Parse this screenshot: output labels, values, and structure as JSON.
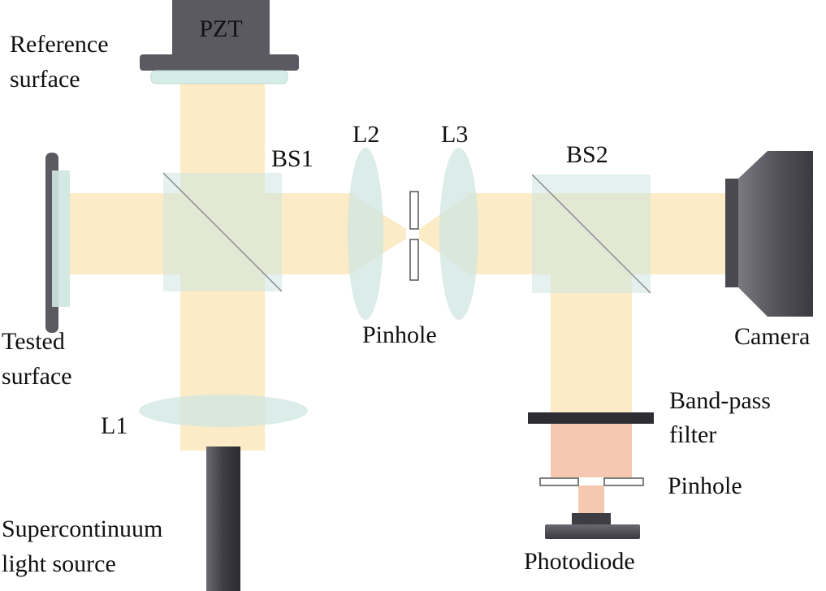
{
  "labels": {
    "pzt": "PZT",
    "reference_surface_line1": "Reference",
    "reference_surface_line2": "surface",
    "bs1": "BS1",
    "l2": "L2",
    "l3": "L3",
    "bs2": "BS2",
    "tested_surface_line1": "Tested",
    "tested_surface_line2": "surface",
    "pinhole_center": "Pinhole",
    "camera": "Camera",
    "l1": "L1",
    "bandpass_line1": "Band-pass",
    "bandpass_line2": "filter",
    "pinhole_right": "Pinhole",
    "source_line1": "Supercontinuum",
    "source_line2": "light source",
    "photodiode": "Photodiode"
  },
  "colors": {
    "beam": "#fbebc6",
    "filtered_beam": "#f7c8b0",
    "optic_glass": "#cfe6e1",
    "dark_metal": "#5b5961",
    "black": "#2e2d33"
  }
}
